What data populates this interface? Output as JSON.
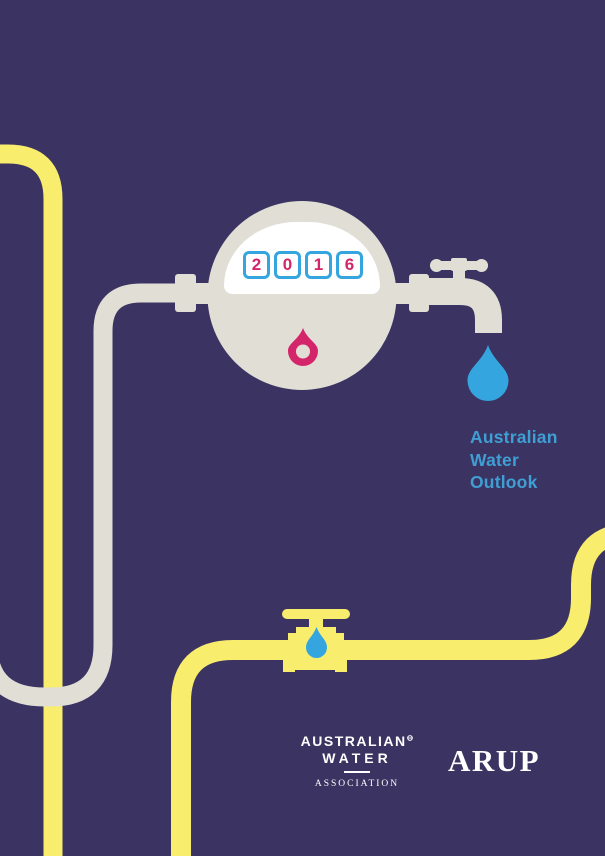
{
  "meter": {
    "digits": [
      "2",
      "0",
      "1",
      "6"
    ]
  },
  "title": {
    "lines": [
      "Australian",
      "Water",
      "Outlook"
    ]
  },
  "footer": {
    "awa": {
      "line1": "AUSTRALIAN",
      "mark": "⊖",
      "line2": "WATER",
      "line3": "ASSOCIATION"
    },
    "arup": "ARUP"
  },
  "icons": [
    "water-meter-icon",
    "tap-icon",
    "water-drop-icon",
    "valve-icon",
    "valve-drop-icon",
    "meter-dial-drop-icon",
    "pipe-yellow-top-left",
    "pipe-cream-meter",
    "pipe-yellow-main"
  ],
  "colors": {
    "bg": "#3b3462",
    "yellow": "#f9ed6e",
    "cream": "#e1ded5",
    "white": "#ffffff",
    "blue": "#34a5de",
    "textblue": "#3f9fd4",
    "pink": "#d4256b"
  }
}
